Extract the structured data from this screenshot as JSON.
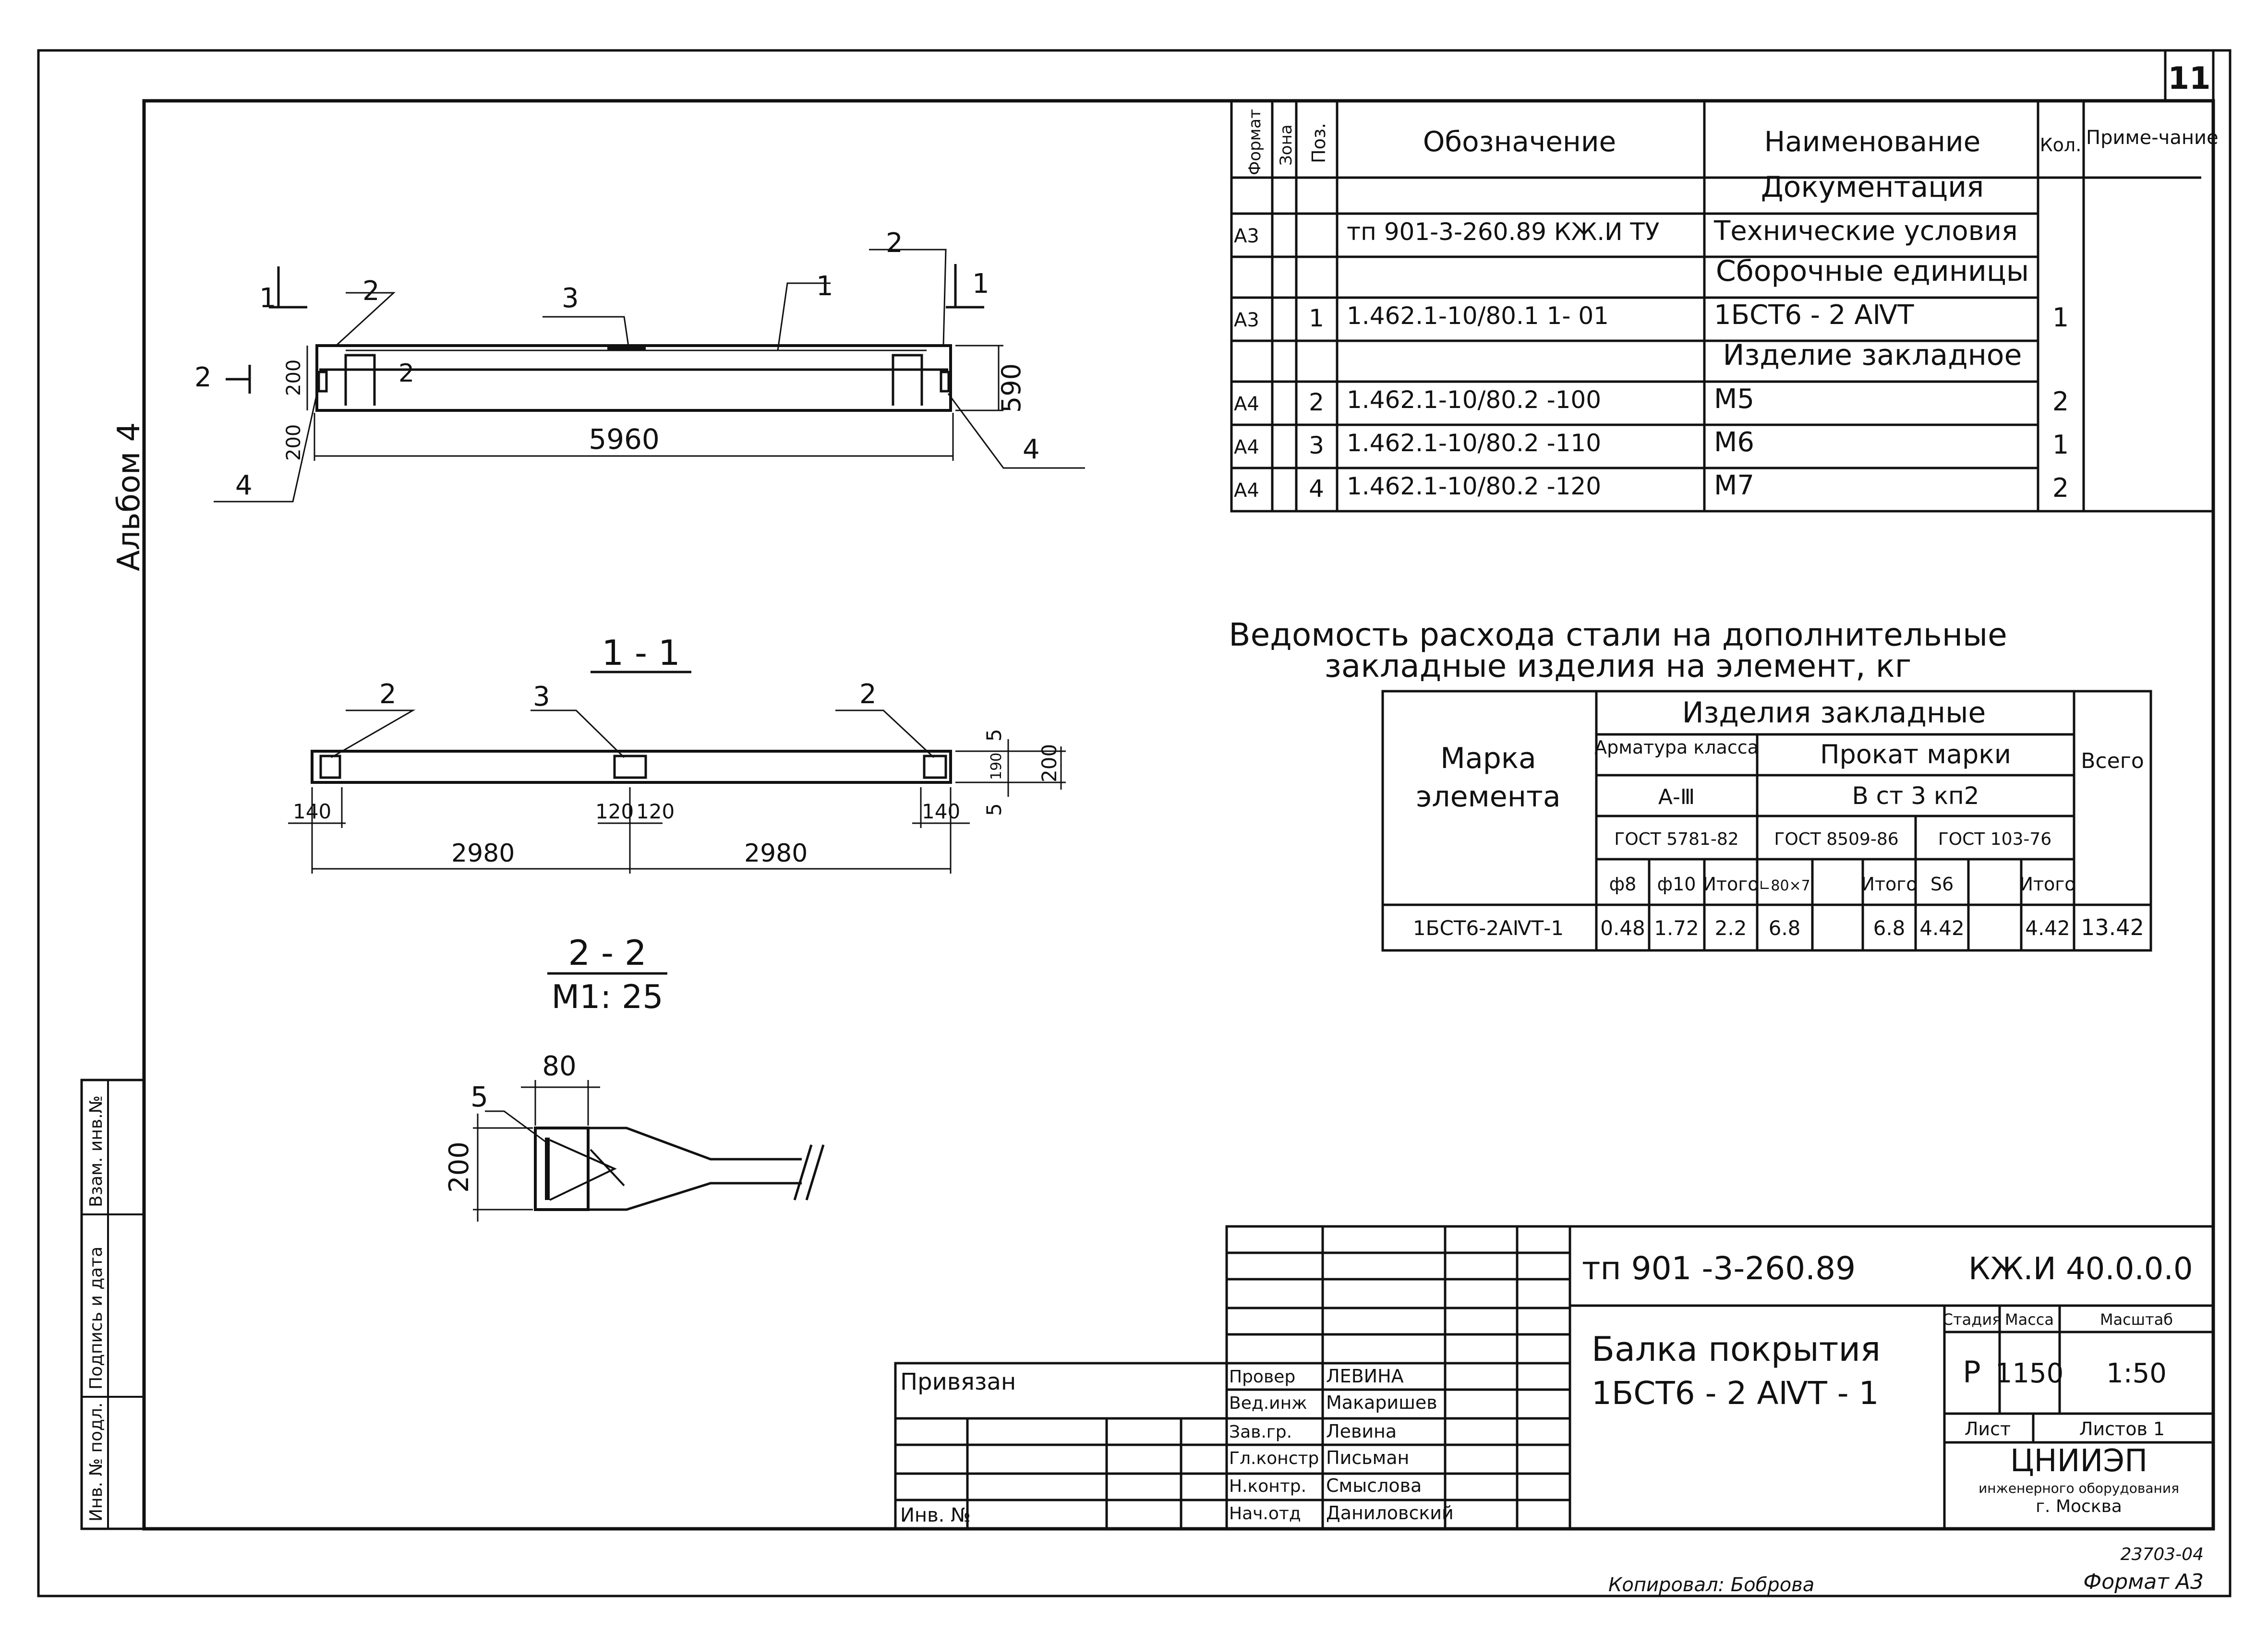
{
  "sheet_number": "11",
  "album": "Альбом 4",
  "spec": {
    "headers": {
      "format": "Формат",
      "zone": "Зона",
      "pos": "Поз.",
      "designation": "Обозначение",
      "name": "Наименование",
      "qty": "Кол.",
      "note": "Приме-чание"
    },
    "rows": [
      {
        "format": "",
        "pos": "",
        "designation": "",
        "name": "Документация",
        "qty": "",
        "section": true
      },
      {
        "format": "А3",
        "pos": "",
        "designation": "тп 901-3-260.89 КЖ.И ТУ",
        "name": "Технические условия",
        "qty": ""
      },
      {
        "format": "",
        "pos": "",
        "designation": "",
        "name": "Сборочные единицы",
        "qty": "",
        "section": true
      },
      {
        "format": "А3",
        "pos": "1",
        "designation": "1.462.1-10/80.1  1- 01",
        "name": "1БСТ6 - 2 АⅣТ",
        "qty": "1"
      },
      {
        "format": "",
        "pos": "",
        "designation": "",
        "name": "Изделие закладное",
        "qty": "",
        "section": true
      },
      {
        "format": "А4",
        "pos": "2",
        "designation": "1.462.1-10/80.2 -100",
        "name": "М5",
        "qty": "2"
      },
      {
        "format": "А4",
        "pos": "3",
        "designation": "1.462.1-10/80.2 -110",
        "name": "М6",
        "qty": "1"
      },
      {
        "format": "А4",
        "pos": "4",
        "designation": "1.462.1-10/80.2 -120",
        "name": "М7",
        "qty": "2"
      }
    ]
  },
  "steel": {
    "title_line1": "Ведомость расхода стали на дополнительные",
    "title_line2": "закладные изделия на элемент, кг",
    "h_mark": "Марка элемента",
    "h_items": "Изделия закладные",
    "h_total": "Всего",
    "h_rebar": "Арматура класса",
    "h_rolled": "Прокат марки",
    "h_rebar_class": "А-Ⅲ",
    "h_rolled_grade": "В ст 3 кп2",
    "h_gost1": "ГОСТ 5781-82",
    "h_gost2": "ГОСТ 8509-86",
    "h_gost3": "ГОСТ 103-76",
    "subcols": [
      "ф8",
      "ф10",
      "Итого",
      "∟80×7",
      "",
      "Итого",
      "S6",
      "",
      "Итого"
    ],
    "row": {
      "mark": "1БСТ6-2АⅣТ-1",
      "values": [
        "0.48",
        "1.72",
        "2.2",
        "6.8",
        "",
        "6.8",
        "4.42",
        "",
        "4.42"
      ],
      "total": "13.42"
    }
  },
  "drawing": {
    "length": "5960",
    "height_590": "590",
    "dim_200a": "200",
    "dim_200b": "200",
    "section_1": "1 - 1",
    "section_2": "2 - 2",
    "scale_2": "М1: 25",
    "dims_1": [
      "140",
      "120",
      "120",
      "140",
      "2980",
      "2980",
      "200",
      "5",
      "5",
      "190"
    ],
    "dims_2": [
      "80",
      "200"
    ],
    "callouts": [
      "1",
      "2",
      "3",
      "4",
      "5"
    ]
  },
  "stamp": {
    "project": "тп 901 -3-260.89",
    "code": "КЖ.И 40.0.0.0",
    "title_line1": "Балка покрытия",
    "title_line2": "1БСТ6 - 2 АⅣТ - 1",
    "h_stage": "Стадия",
    "h_mass": "Масса",
    "h_scale": "Масштаб",
    "stage": "Р",
    "mass": "1150",
    "scale": "1:50",
    "sheet": "Лист",
    "sheets": "Листов 1",
    "org_line1": "ЦНИИЭП",
    "org_line2": "инженерного оборудования",
    "org_line3": "г. Москва",
    "privyazan": "Привязан",
    "inv_no": "Инв. №",
    "roles": [
      {
        "role": "Провер",
        "name": "ЛЕВИНА"
      },
      {
        "role": "Вед.инж",
        "name": "Макаришев"
      },
      {
        "role": "Зав.гр.",
        "name": "Левина"
      },
      {
        "role": "Гл.констр",
        "name": "Письман"
      },
      {
        "role": "Н.контр.",
        "name": "Смыслова"
      },
      {
        "role": "Нач.отд",
        "name": "Даниловский"
      }
    ],
    "side": [
      "Инв. № подл.",
      "Подпись и дата",
      "Взам. инв.№"
    ]
  },
  "footer": {
    "copied": "Копировал: Боброва",
    "num": "23703-04",
    "format": "Формат А3"
  }
}
